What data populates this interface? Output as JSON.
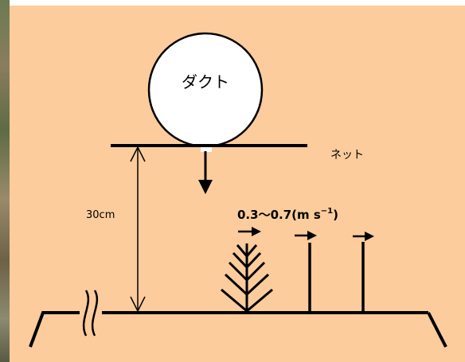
{
  "labels": {
    "duct": "ダクト",
    "net": "ネット",
    "height": "30cm",
    "speed_main": "0.3～0.7(m s",
    "speed_exp": "−1",
    "speed_close": ")"
  },
  "colors": {
    "background": "#fccc9c",
    "line": "#000000",
    "duct_fill": "#ffffff"
  }
}
